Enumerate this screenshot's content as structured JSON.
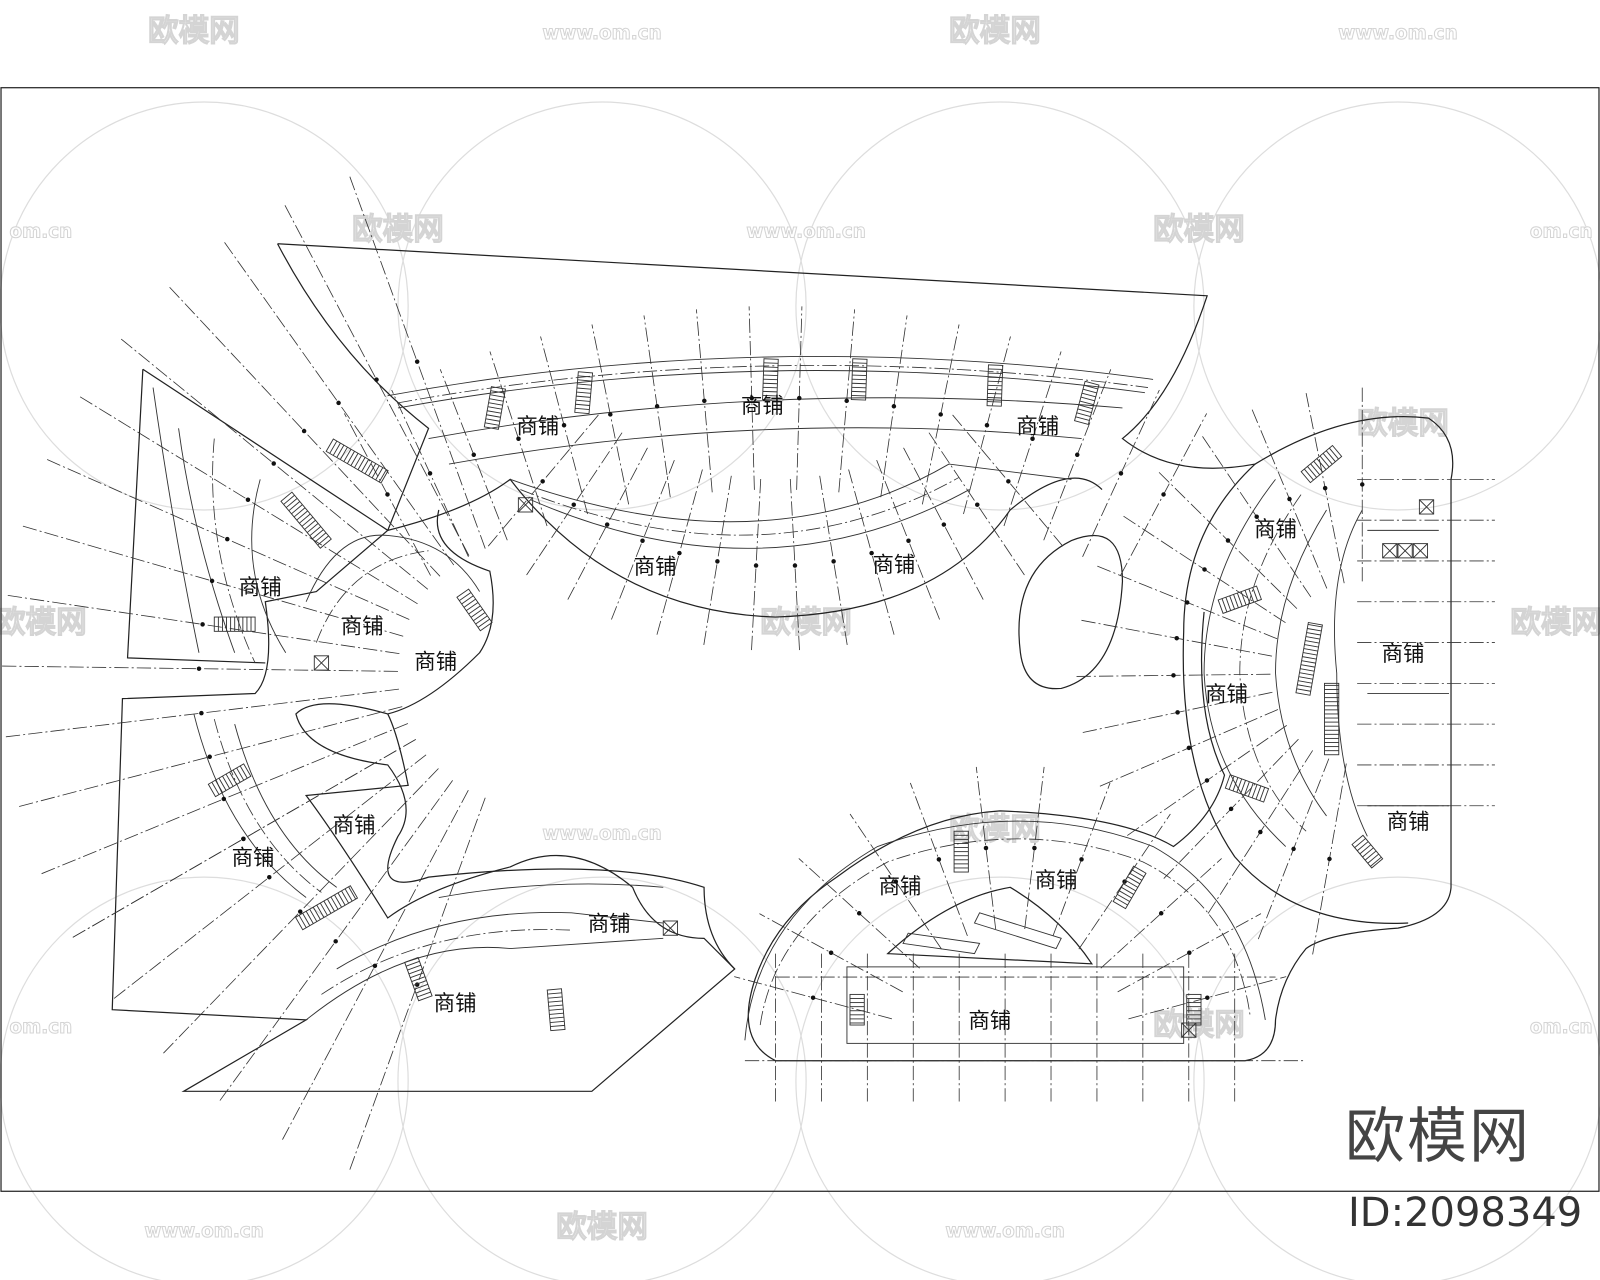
{
  "drawing": {
    "room_labels": [
      "商铺",
      "商铺",
      "商铺",
      "商铺",
      "商铺",
      "商铺",
      "商铺",
      "商铺",
      "商铺",
      "商铺",
      "商铺",
      "商铺",
      "商铺",
      "商铺",
      "商铺",
      "商铺",
      "商铺",
      "商铺",
      "商铺"
    ]
  },
  "watermark": {
    "brand": "欧模网",
    "url": "www.om.cn",
    "url_short": "om.cn",
    "id": "ID:2098349"
  }
}
